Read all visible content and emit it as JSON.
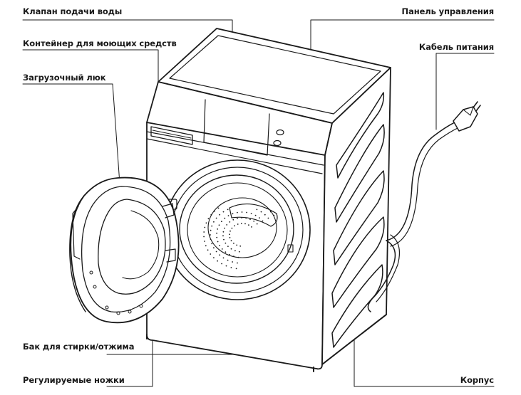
{
  "labels": {
    "water_valve": "Клапан подачи воды",
    "detergent_container": "Контейнер для моющих средств",
    "loading_door": "Загрузочный люк",
    "drum": "Бак для стирки/отжима",
    "adjustable_feet": "Регулируемые ножки",
    "control_panel": "Панель управления",
    "power_cable": "Кабель питания",
    "housing": "Корпус"
  },
  "colors": {
    "line": "#1a1a1a",
    "background": "#ffffff",
    "text": "#1a1a1a"
  }
}
